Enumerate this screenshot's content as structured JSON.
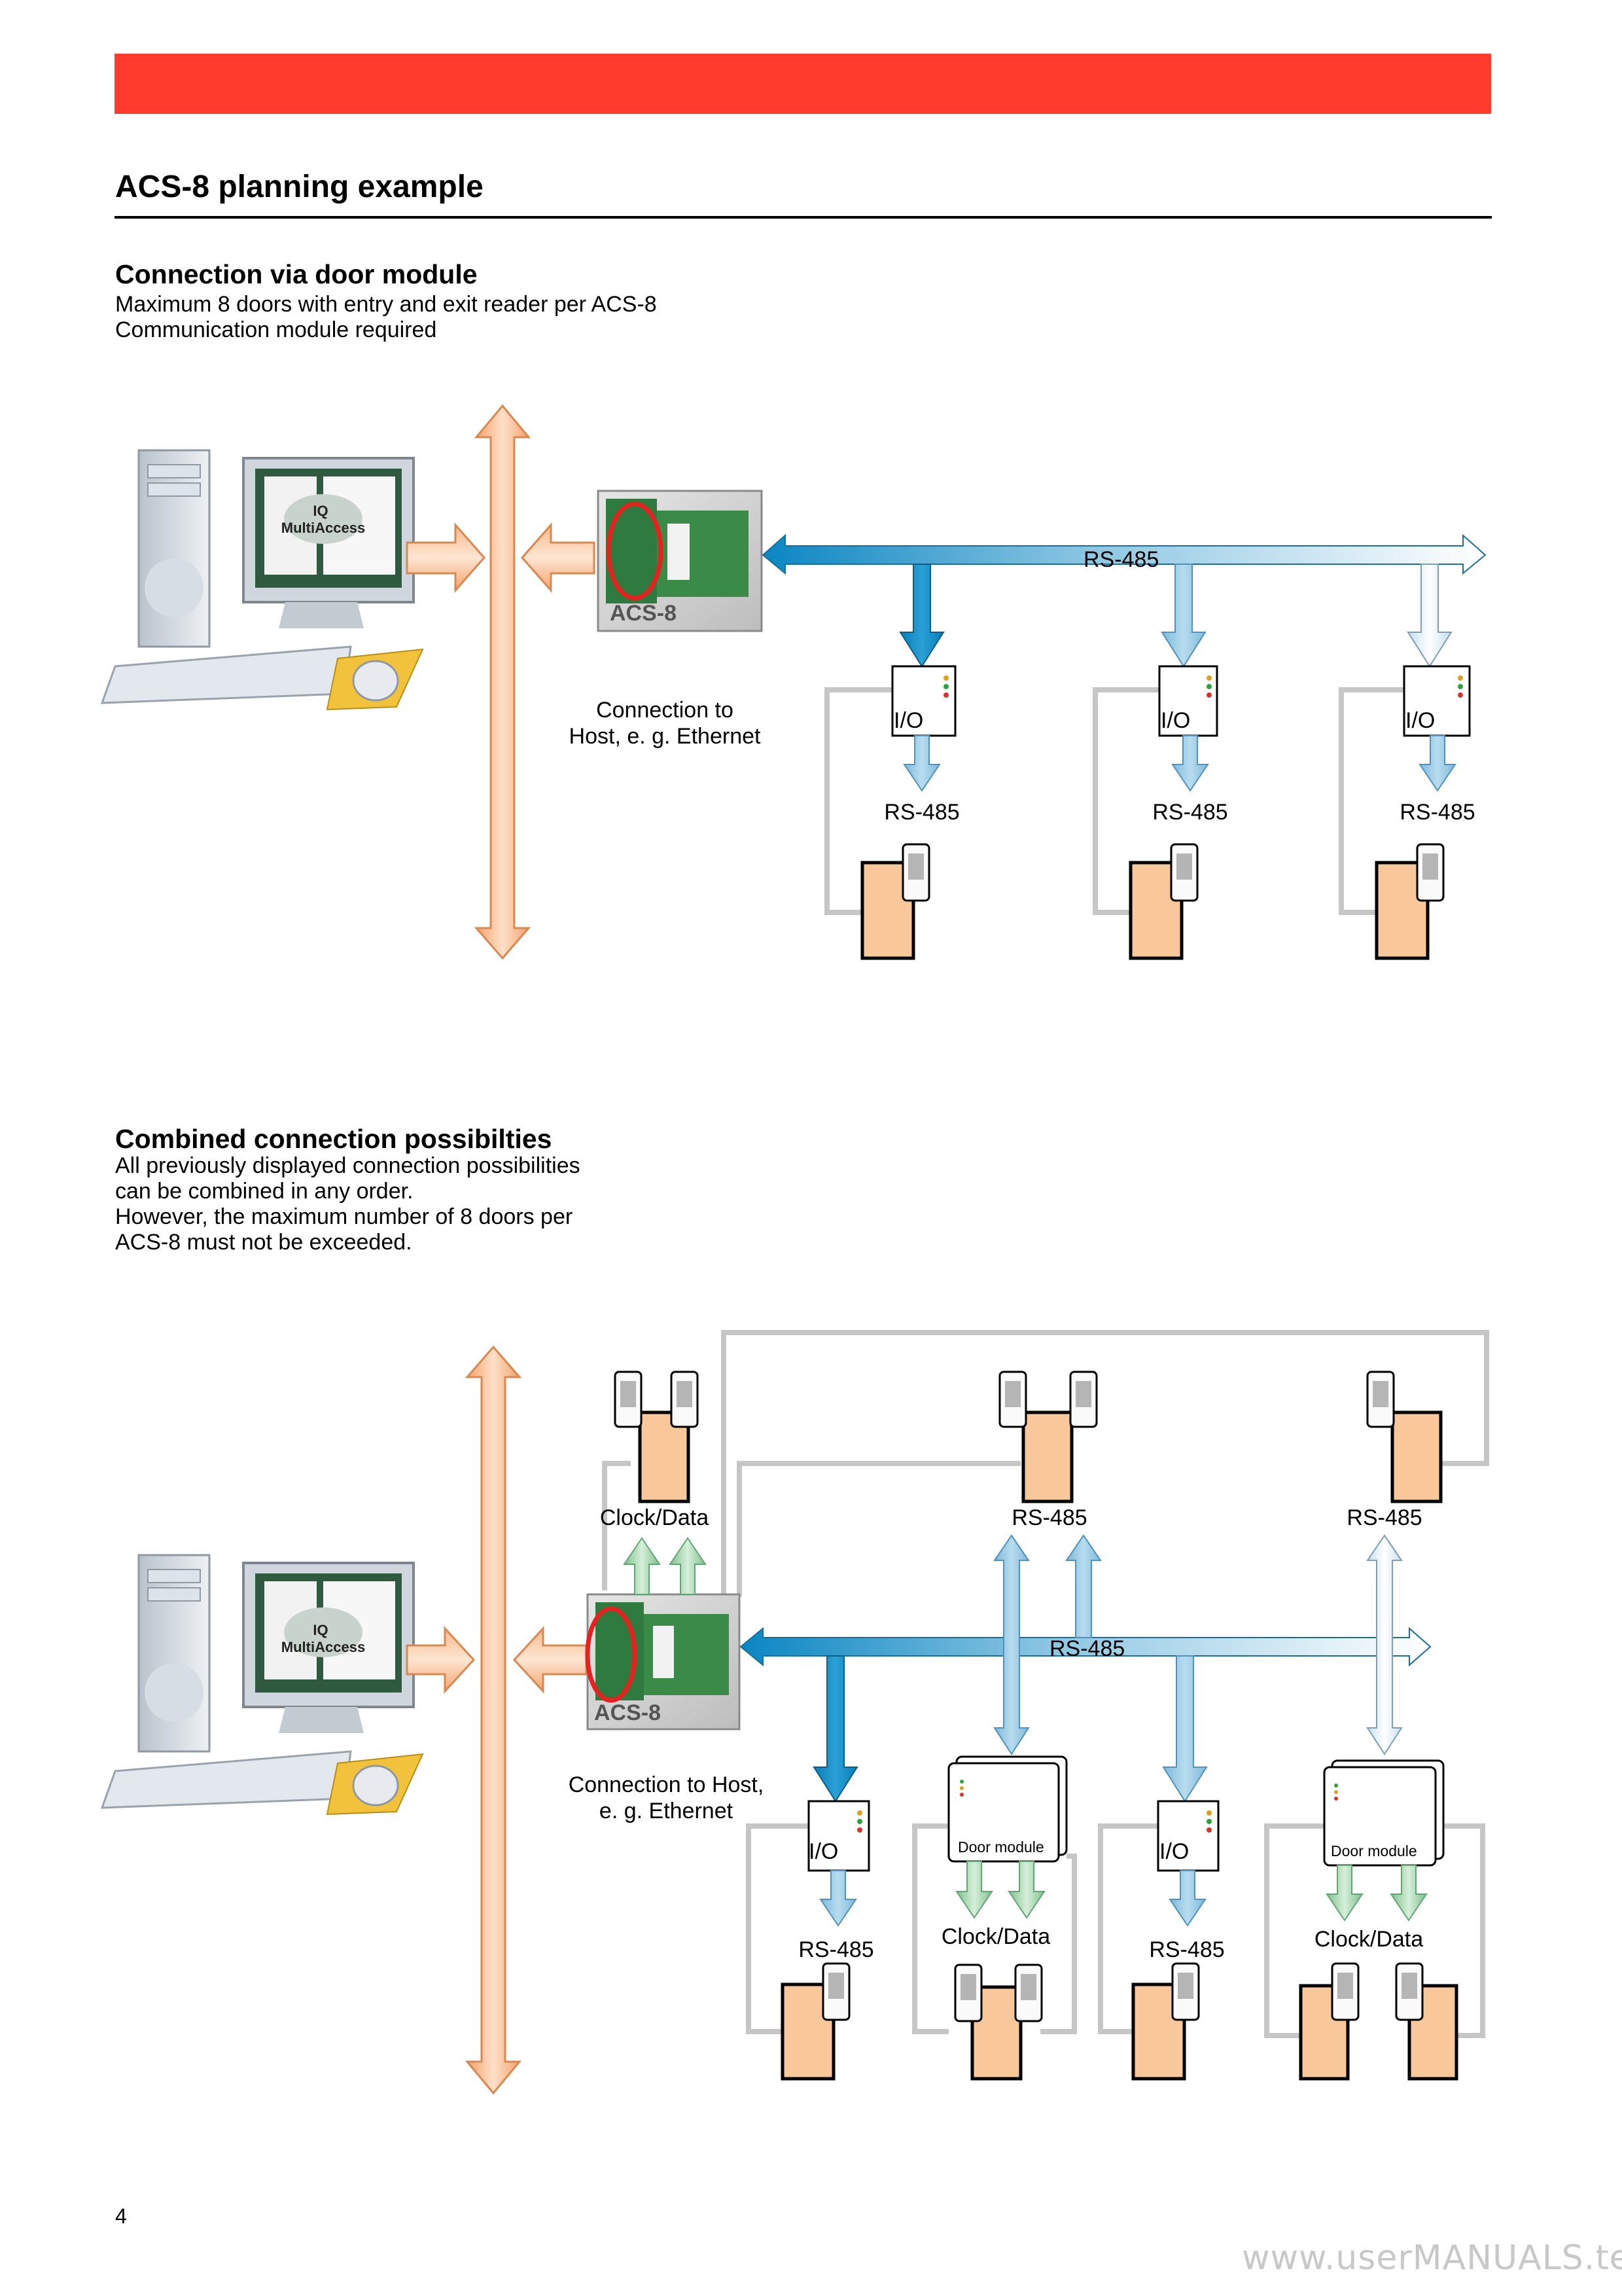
{
  "page": {
    "title": "ACS-8 planning example",
    "page_number": "4",
    "watermark": "www.userMANUALS.tech"
  },
  "section1": {
    "heading": "Connection via door module",
    "lines": [
      "Maximum 8 doors with entry and exit reader per ACS-8",
      "Communication module required"
    ],
    "diagram": {
      "software_label_1": "IQ",
      "software_label_2": "MultiAccess",
      "controller_label": "ACS-8",
      "bus_label": "RS-485",
      "host_connection_1": "Connection to",
      "host_connection_2": "Host, e. g. Ethernet",
      "io_label": "I/O",
      "door_bus_label": "RS-485"
    }
  },
  "section2": {
    "heading": "Combined connection possibilties",
    "lines": [
      "All previously displayed connection possibilities",
      "can be combined in any order.",
      "However, the maximum number of 8 doors per",
      "ACS-8 must not be exceeded."
    ],
    "diagram": {
      "software_label_1": "IQ",
      "software_label_2": "MultiAccess",
      "controller_label": "ACS-8",
      "bus_label": "RS-485",
      "host_connection_1": "Connection to Host,",
      "host_connection_2": "e. g. Ethernet",
      "clock_data_label": "Clock/Data",
      "rs485_label": "RS-485",
      "io_label": "I/O",
      "door_module_label": "Door module"
    }
  },
  "colors": {
    "header_bar": "#ff3b2e",
    "network_arrow": "#f9b98a",
    "rs485_bus": "#1f8fc4",
    "clock_data_arrow": "#8cc79a",
    "door": "#f9c89a"
  }
}
